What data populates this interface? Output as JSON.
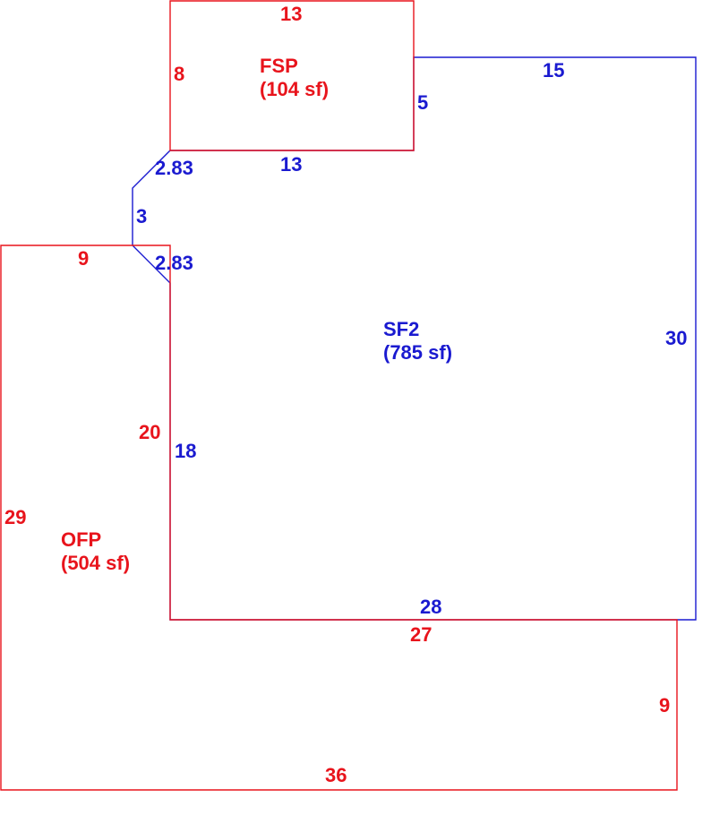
{
  "colors": {
    "red": "#e8141c",
    "blue": "#1a1ad0"
  },
  "areas": {
    "fsp": {
      "name": "FSP",
      "area": "(104 sf)"
    },
    "sf2": {
      "name": "SF2",
      "area": "(785 sf)"
    },
    "ofp": {
      "name": "OFP",
      "area": "(504 sf)"
    }
  },
  "dimensions": {
    "fsp_top": "13",
    "fsp_left": "8",
    "sf2_fsp_right": "5",
    "sf2_top": "15",
    "sf2_fsp_bottom": "13",
    "sf2_diag_upper": "2.83",
    "sf2_short_left": "3",
    "sf2_diag_lower": "2.83",
    "sf2_right": "30",
    "sf2_left": "18",
    "sf2_bottom": "28",
    "ofp_top": "9",
    "ofp_inner_left": "20",
    "ofp_outer_left": "29",
    "ofp_inner_bottom": "27",
    "ofp_right": "9",
    "ofp_bottom": "36"
  }
}
